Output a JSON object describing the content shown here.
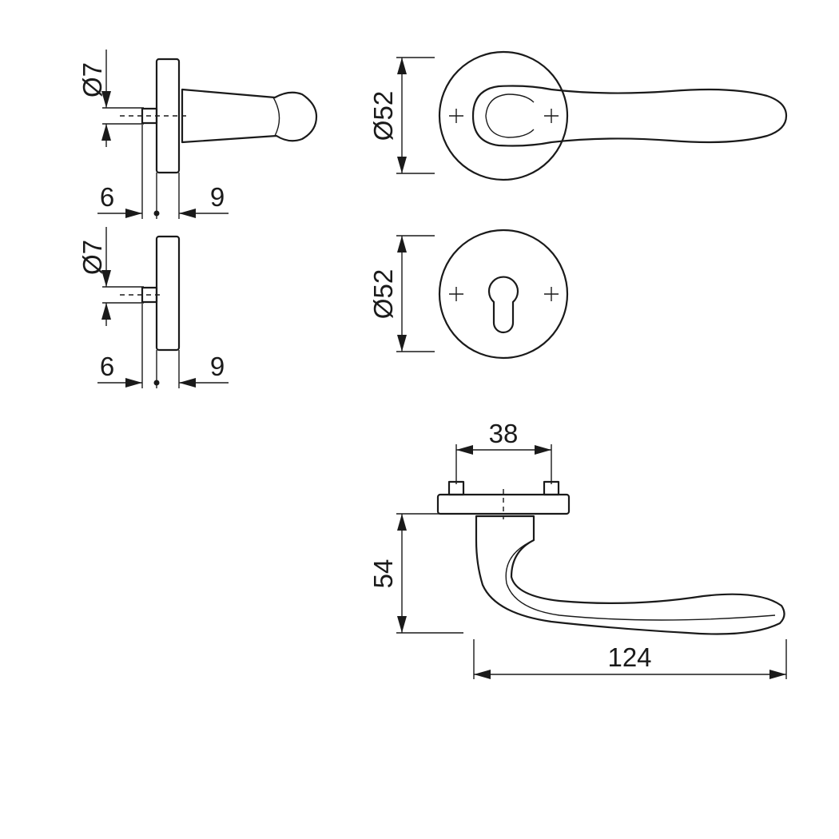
{
  "dimensions": {
    "side_top_pin_dia": "Ø7",
    "side_top_left": "6",
    "side_top_right": "9",
    "side_bottom_pin_dia": "Ø7",
    "side_bottom_left": "6",
    "side_bottom_right": "9",
    "front_rose_dia": "Ø52",
    "key_rose_dia": "Ø52",
    "screw_spacing": "38",
    "handle_height": "54",
    "handle_length": "124"
  },
  "colors": {
    "ink": "#1a1a1a",
    "background": "#ffffff"
  }
}
